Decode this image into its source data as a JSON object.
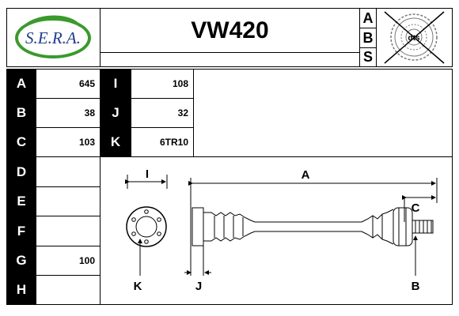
{
  "brand": {
    "logo_text": "S.E.R.A."
  },
  "header": {
    "part_number": "VW420",
    "abs_letters": [
      "A",
      "B",
      "S"
    ],
    "badge_text": "dts"
  },
  "specs_left": [
    {
      "key": "A",
      "value": "645"
    },
    {
      "key": "B",
      "value": "38"
    },
    {
      "key": "C",
      "value": "103"
    },
    {
      "key": "D",
      "value": ""
    },
    {
      "key": "E",
      "value": ""
    },
    {
      "key": "F",
      "value": ""
    },
    {
      "key": "G",
      "value": "100"
    },
    {
      "key": "H",
      "value": ""
    }
  ],
  "specs_mid": [
    {
      "key": "I",
      "value": "108"
    },
    {
      "key": "J",
      "value": "32"
    },
    {
      "key": "K",
      "value": "6TR10"
    }
  ],
  "diagram": {
    "labels": {
      "I": "I",
      "A": "A",
      "C": "C",
      "K": "K",
      "J": "J",
      "B": "B"
    }
  },
  "colors": {
    "key_bg": "#000000",
    "logo_green": "#3a9a2c",
    "logo_blue": "#1f3c8c"
  }
}
